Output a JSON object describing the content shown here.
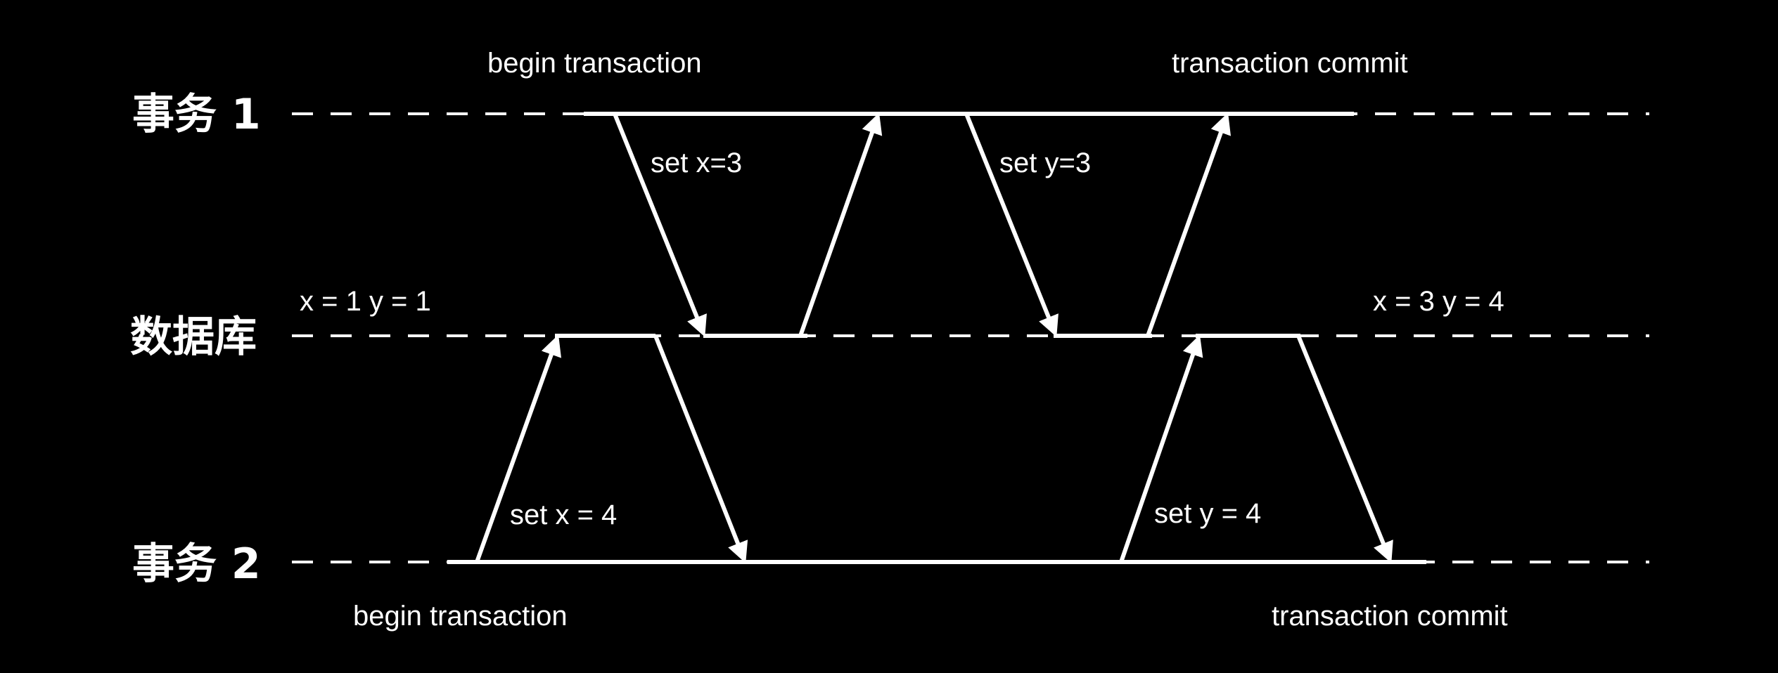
{
  "lanes": {
    "txn1": "事务 1",
    "db": "数据库",
    "txn2": "事务 2"
  },
  "txn1_notes": {
    "begin": "begin transaction",
    "commit": "transaction commit",
    "set_x": "set x=3",
    "set_y": "set y=3"
  },
  "db_notes": {
    "initial_state": "x = 1 y = 1",
    "final_state": "x = 3 y = 4"
  },
  "txn2_notes": {
    "begin": "begin transaction",
    "commit": "transaction commit",
    "set_x": "set x = 4",
    "set_y": "set y = 4"
  },
  "colors": {
    "background": "#000000",
    "foreground": "#ffffff"
  }
}
